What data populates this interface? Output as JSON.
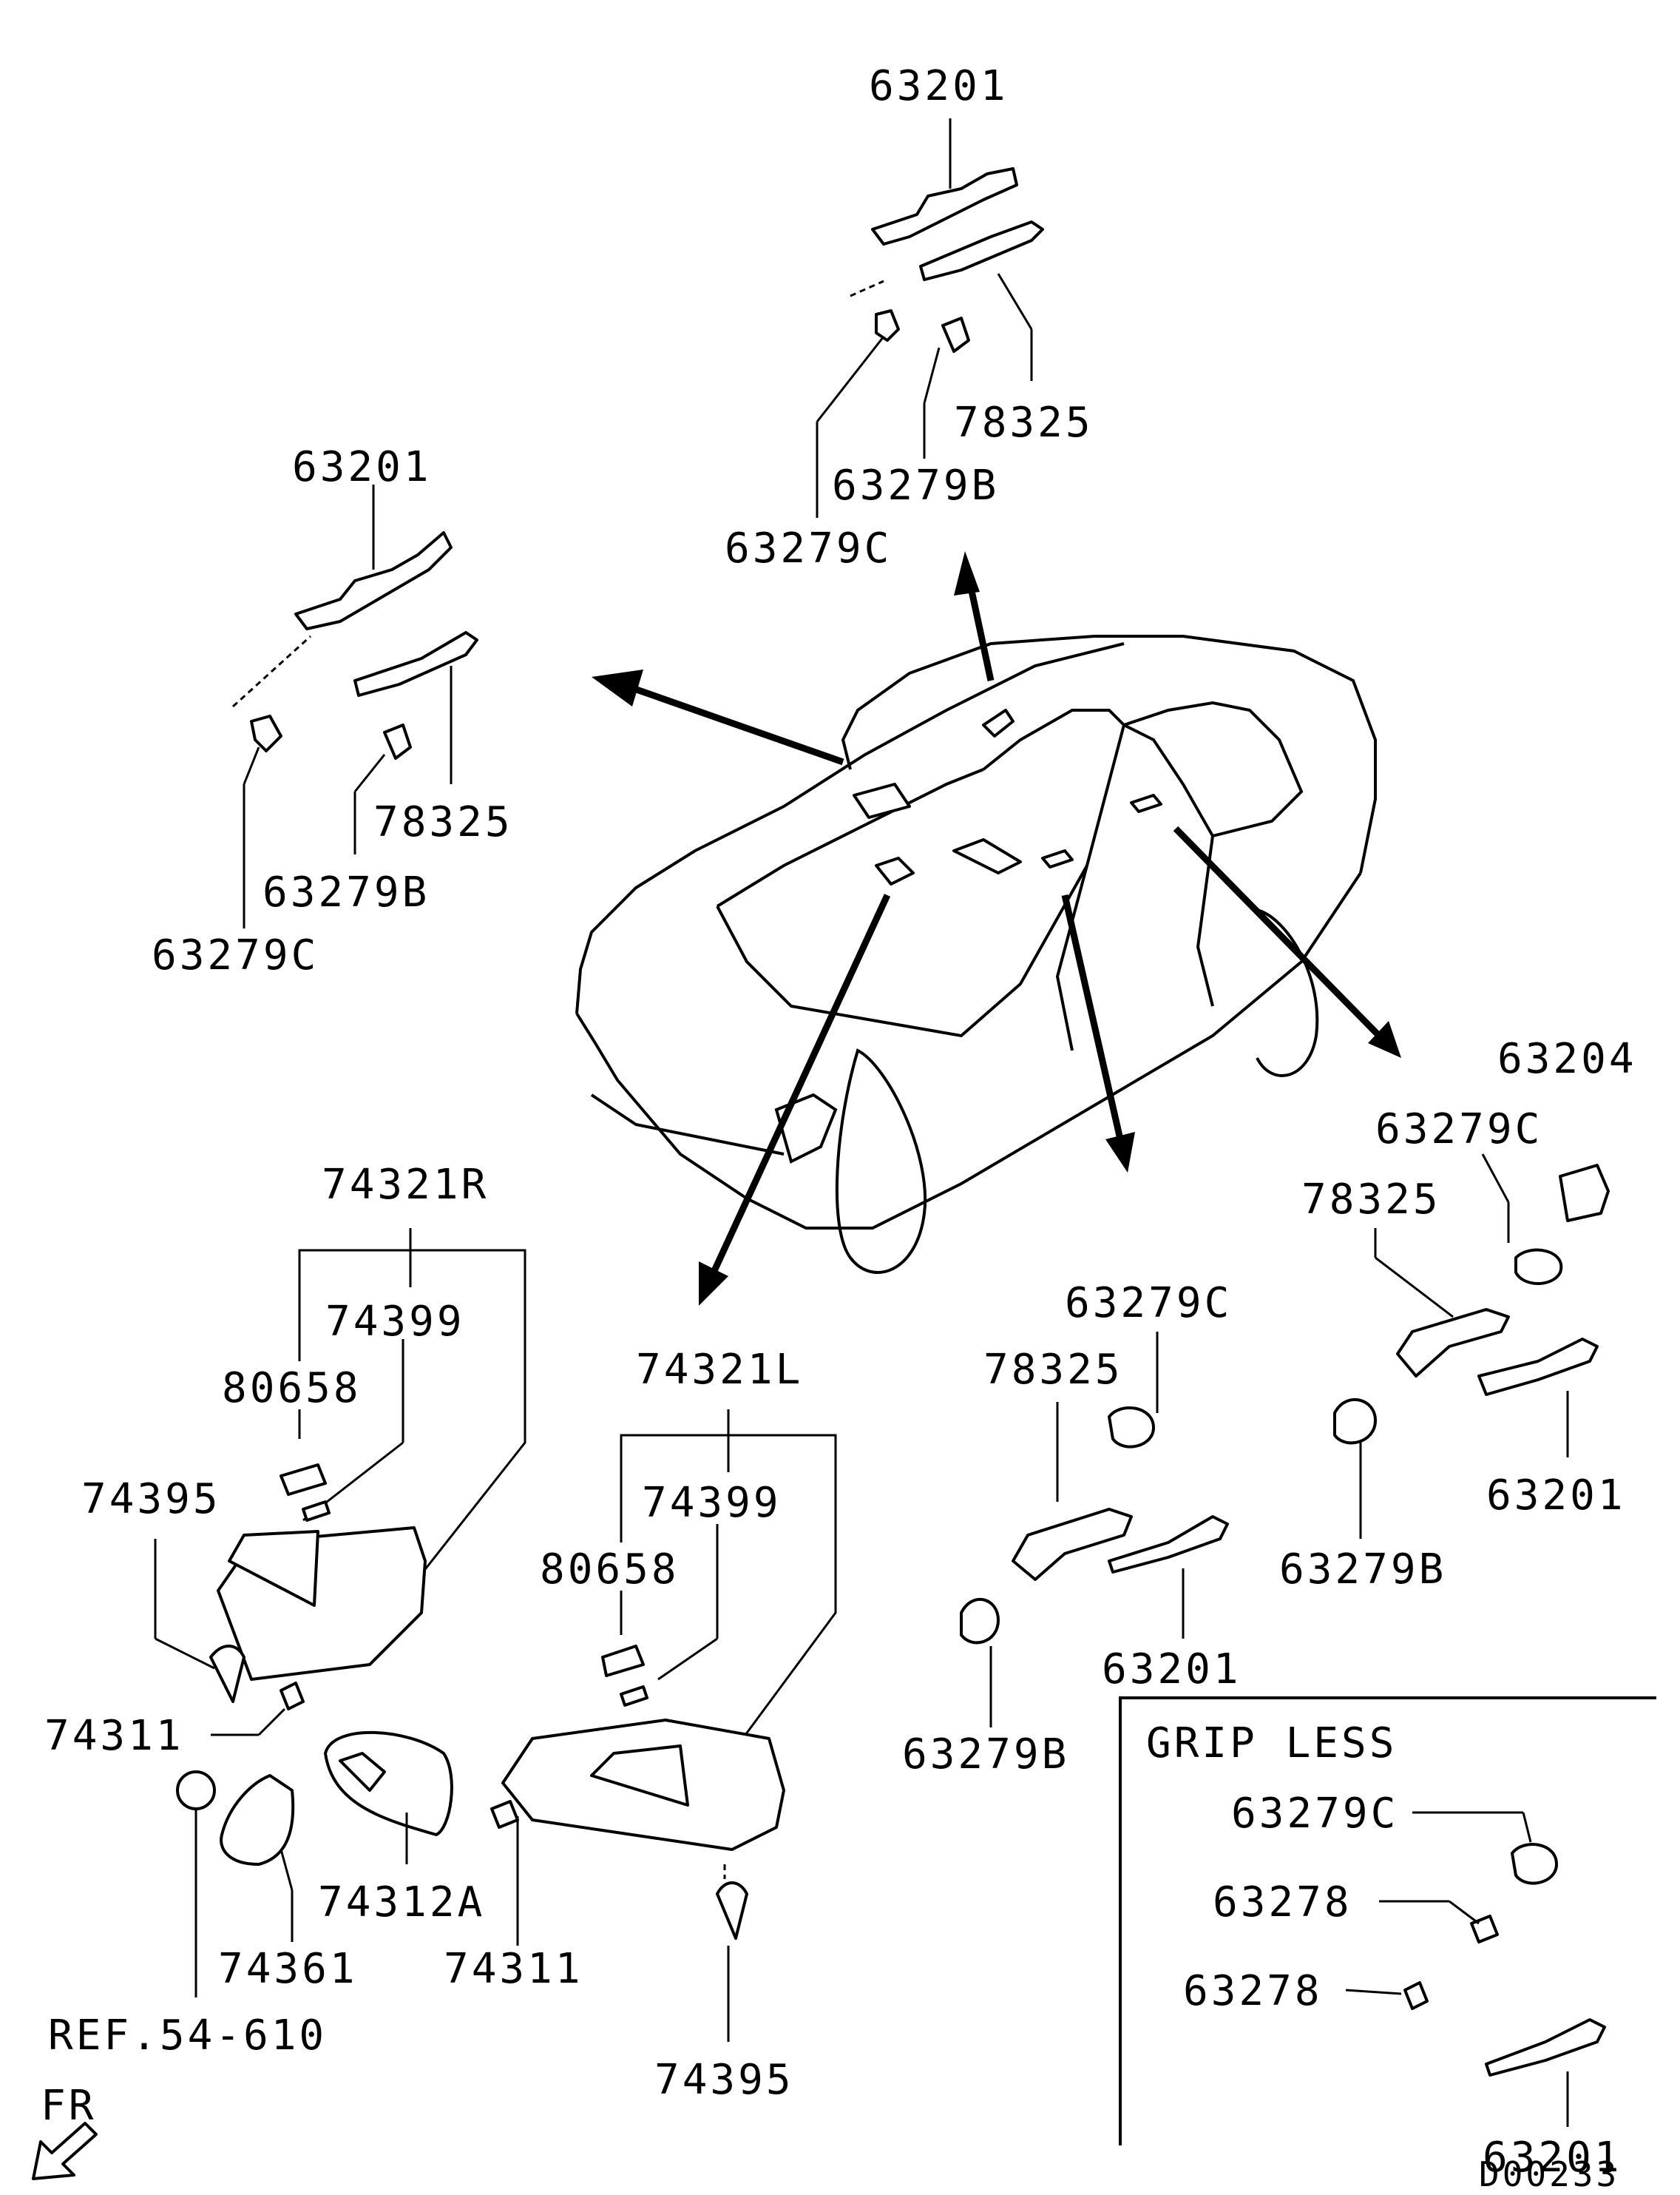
{
  "labels": {
    "top_63201": "63201",
    "top_78325": "78325",
    "top_63279B": "63279B",
    "top_63279C": "63279C",
    "ul_63201": "63201",
    "ul_78325": "78325",
    "ul_63279B": "63279B",
    "ul_63279C": "63279C",
    "r_63204": "63204",
    "r_63279C": "63279C",
    "r_78325": "78325",
    "r_63201": "63201",
    "r_63279B": "63279B",
    "m_63279C": "63279C",
    "m_78325": "78325",
    "m_63201": "63201",
    "m_63279B": "63279B",
    "visor_r": "74321R",
    "visor_r_74399": "74399",
    "visor_r_80658": "80658",
    "visor_r_74395": "74395",
    "visor_r_74311": "74311",
    "mirror_74312A": "74312A",
    "lamp_74361": "74361",
    "ref": "REF.54-610",
    "visor_l": "74321L",
    "visor_l_74399": "74399",
    "visor_l_80658": "80658",
    "visor_l_74311": "74311",
    "visor_l_74395": "74395",
    "grip_less_title": "GRIP LESS",
    "gl_63279C": "63279C",
    "gl_63278_a": "63278",
    "gl_63278_b": "63278",
    "gl_63201": "63201",
    "fr": "FR",
    "code": "D00233"
  }
}
